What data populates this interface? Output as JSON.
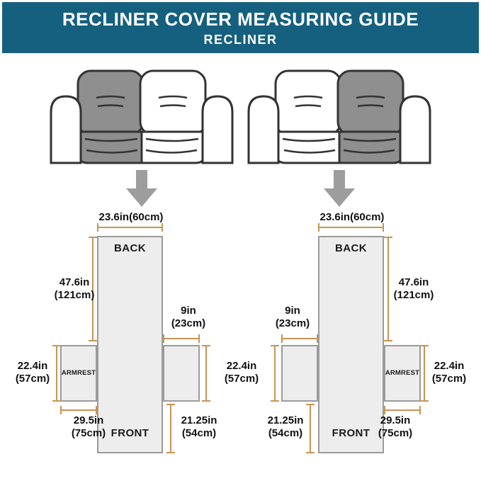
{
  "header": {
    "title": "RECLINER COVER MEASURING GUIDE",
    "subtitle": "RECLINER"
  },
  "illustrations": {
    "left_sofa": "loveseat-with-left-seat-highlighted",
    "right_sofa": "loveseat-with-right-seat-highlighted",
    "arrow_icon": "down-arrow"
  },
  "colors": {
    "header_bg": "#15607E",
    "dimension_line": "#C79454",
    "panel_fill": "#EDEDED",
    "panel_border": "#9B9B9B",
    "sofa_highlight": "#8F8F8F",
    "arrow": "#9D9D9D"
  },
  "left_diagram": {
    "top_width": "23.6in(60cm)",
    "back": "BACK",
    "front": "FRONT",
    "armrest": "ARMREST",
    "back_height": "47.6in\n(121cm)",
    "flap_width": "9in\n(23cm)",
    "armrest_height_left": "22.4in\n(57cm)",
    "armrest_height_right": "22.4in\n(57cm)",
    "front_width": "29.5in\n(75cm)",
    "front_drop": "21.25in\n(54cm)"
  },
  "right_diagram": {
    "top_width": "23.6in(60cm)",
    "back": "BACK",
    "front": "FRONT",
    "armrest": "ARMREST",
    "back_height": "47.6in\n(121cm)",
    "flap_width": "9in\n(23cm)",
    "armrest_height_right": "22.4in\n(57cm)",
    "front_width": "29.5in\n(75cm)",
    "front_drop": "21.25in\n(54cm)"
  }
}
